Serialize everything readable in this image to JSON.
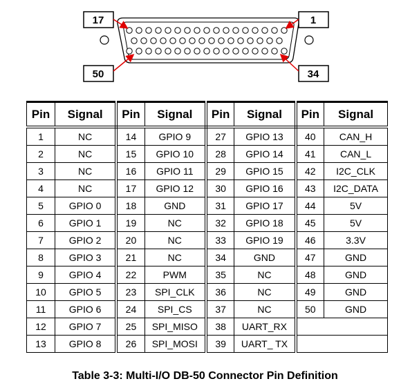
{
  "connector": {
    "label_top_left": "17",
    "label_top_right": "1",
    "label_bottom_left": "50",
    "label_bottom_right": "34"
  },
  "table": {
    "headers": [
      "Pin",
      "Signal",
      "Pin",
      "Signal",
      "Pin",
      "Signal",
      "Pin",
      "Signal"
    ],
    "rows": [
      [
        "1",
        "NC",
        "14",
        "GPIO 9",
        "27",
        "GPIO 13",
        "40",
        "CAN_H"
      ],
      [
        "2",
        "NC",
        "15",
        "GPIO 10",
        "28",
        "GPIO 14",
        "41",
        "CAN_L"
      ],
      [
        "3",
        "NC",
        "16",
        "GPIO 11",
        "29",
        "GPIO 15",
        "42",
        "I2C_CLK"
      ],
      [
        "4",
        "NC",
        "17",
        "GPIO 12",
        "30",
        "GPIO 16",
        "43",
        "I2C_DATA"
      ],
      [
        "5",
        "GPIO 0",
        "18",
        "GND",
        "31",
        "GPIO 17",
        "44",
        "5V"
      ],
      [
        "6",
        "GPIO 1",
        "19",
        "NC",
        "32",
        "GPIO 18",
        "45",
        "5V"
      ],
      [
        "7",
        "GPIO 2",
        "20",
        "NC",
        "33",
        "GPIO 19",
        "46",
        "3.3V"
      ],
      [
        "8",
        "GPIO 3",
        "21",
        "NC",
        "34",
        "GND",
        "47",
        "GND"
      ],
      [
        "9",
        "GPIO 4",
        "22",
        "PWM",
        "35",
        "NC",
        "48",
        "GND"
      ],
      [
        "10",
        "GPIO 5",
        "23",
        "SPI_CLK",
        "36",
        "NC",
        "49",
        "GND"
      ],
      [
        "11",
        "GPIO 6",
        "24",
        "SPI_CS",
        "37",
        "NC",
        "50",
        "GND"
      ],
      [
        "12",
        "GPIO 7",
        "25",
        "SPI_MISO",
        "38",
        "UART_RX",
        "",
        ""
      ],
      [
        "13",
        "GPIO 8",
        "26",
        "SPI_MOSI",
        "39",
        "UART_ TX",
        "",
        ""
      ]
    ]
  },
  "caption": "Table  3-3: Multi-I/O DB-50 Connector Pin Definition"
}
